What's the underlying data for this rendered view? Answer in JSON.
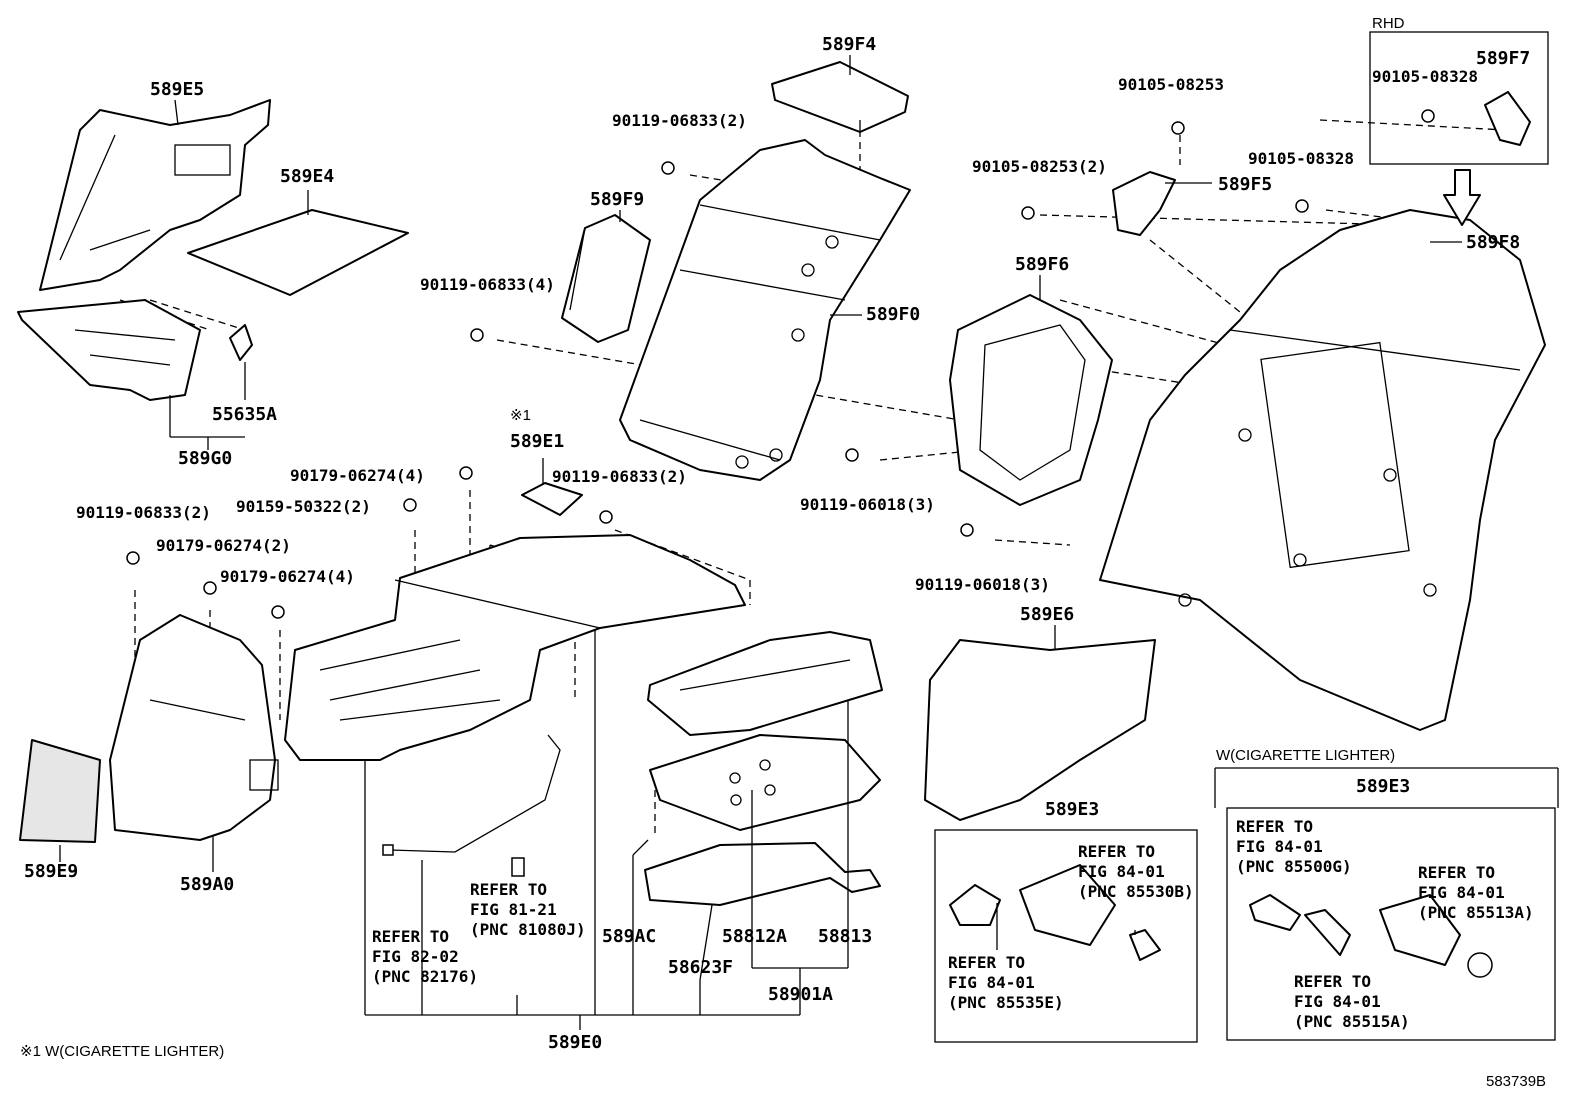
{
  "labels": {
    "rhd": "RHD",
    "p589f4": "589F4",
    "p589f7": "589F7",
    "p90105_08328_top": "90105-08328",
    "p90105_08253": "90105-08253",
    "p589e5": "589E5",
    "p90119_06833_2_a": "90119-06833(2)",
    "p90105_08253_2": "90105-08253(2)",
    "p589f5": "589F5",
    "p90105_08328": "90105-08328",
    "p589e4": "589E4",
    "p589f9": "589F9",
    "p589f8": "589F8",
    "p589f6": "589F6",
    "p90119_06833_4": "90119-06833(4)",
    "p589f0": "589F0",
    "p55635a": "55635A",
    "note1_mark": "※1",
    "p589e1": "589E1",
    "p589g0": "589G0",
    "p90179_06274_4_a": "90179-06274(4)",
    "p90119_06833_2_b": "90119-06833(2)",
    "p90119_06018_3_a": "90119-06018(3)",
    "p90159_50322_2": "90159-50322(2)",
    "p90119_06833_2_c": "90119-06833(2)",
    "p90179_06274_2": "90179-06274(2)",
    "p90179_06274_4_b": "90179-06274(4)",
    "p90119_06018_3_b": "90119-06018(3)",
    "p589e6": "589E6",
    "w_cig_title": "W(CIGARETTE LIGHTER)",
    "p589e3_right": "589E3",
    "p589e3_mid": "589E3",
    "refer_85500g": [
      "REFER TO",
      "FIG 84-01",
      "(PNC 85500G)"
    ],
    "refer_85530b": [
      "REFER TO",
      "FIG 84-01",
      "(PNC 85530B)"
    ],
    "refer_85513a": [
      "REFER TO",
      "FIG 84-01",
      "(PNC 85513A)"
    ],
    "refer_85535e": [
      "REFER TO",
      "FIG 84-01",
      "(PNC 85535E)"
    ],
    "refer_85515a": [
      "REFER TO",
      "FIG 84-01",
      "(PNC 85515A)"
    ],
    "refer_81080j": [
      "REFER TO",
      "FIG 81-21",
      "(PNC 81080J)"
    ],
    "refer_82176": [
      "REFER TO",
      "FIG 82-02",
      "(PNC 82176)"
    ],
    "p589e9": "589E9",
    "p589a0": "589A0",
    "p589ac": "589AC",
    "p58812a": "58812A",
    "p58813": "58813",
    "p58623f": "58623F",
    "p58901a": "58901A",
    "p589e0": "589E0",
    "footnote": "※1 W(CIGARETTE LIGHTER)",
    "drawing_no": "583739B"
  }
}
